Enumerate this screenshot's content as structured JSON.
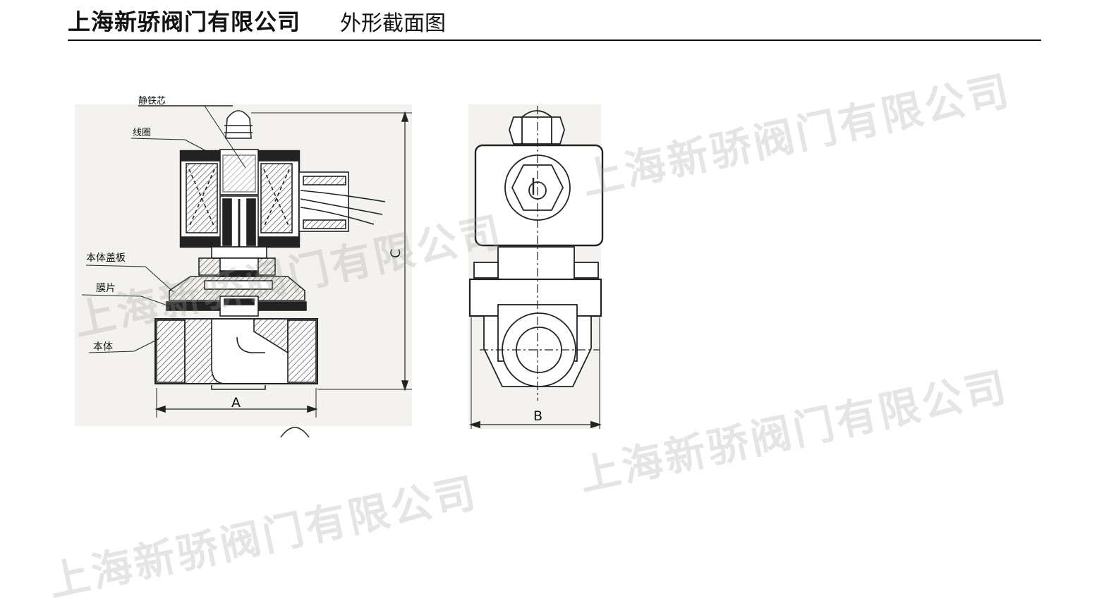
{
  "header": {
    "company": "上海新骄阀门有限公司",
    "subtitle": "外形截面图"
  },
  "diagram": {
    "labels": {
      "static_core": "静铁芯",
      "coil": "线圈",
      "cover": "本体盖板",
      "diaphragm": "膜片",
      "body": "本体"
    },
    "dims": {
      "a": "A",
      "b": "B",
      "c": "C"
    }
  },
  "watermark": {
    "text": "上海新骄阀门有限公司"
  }
}
